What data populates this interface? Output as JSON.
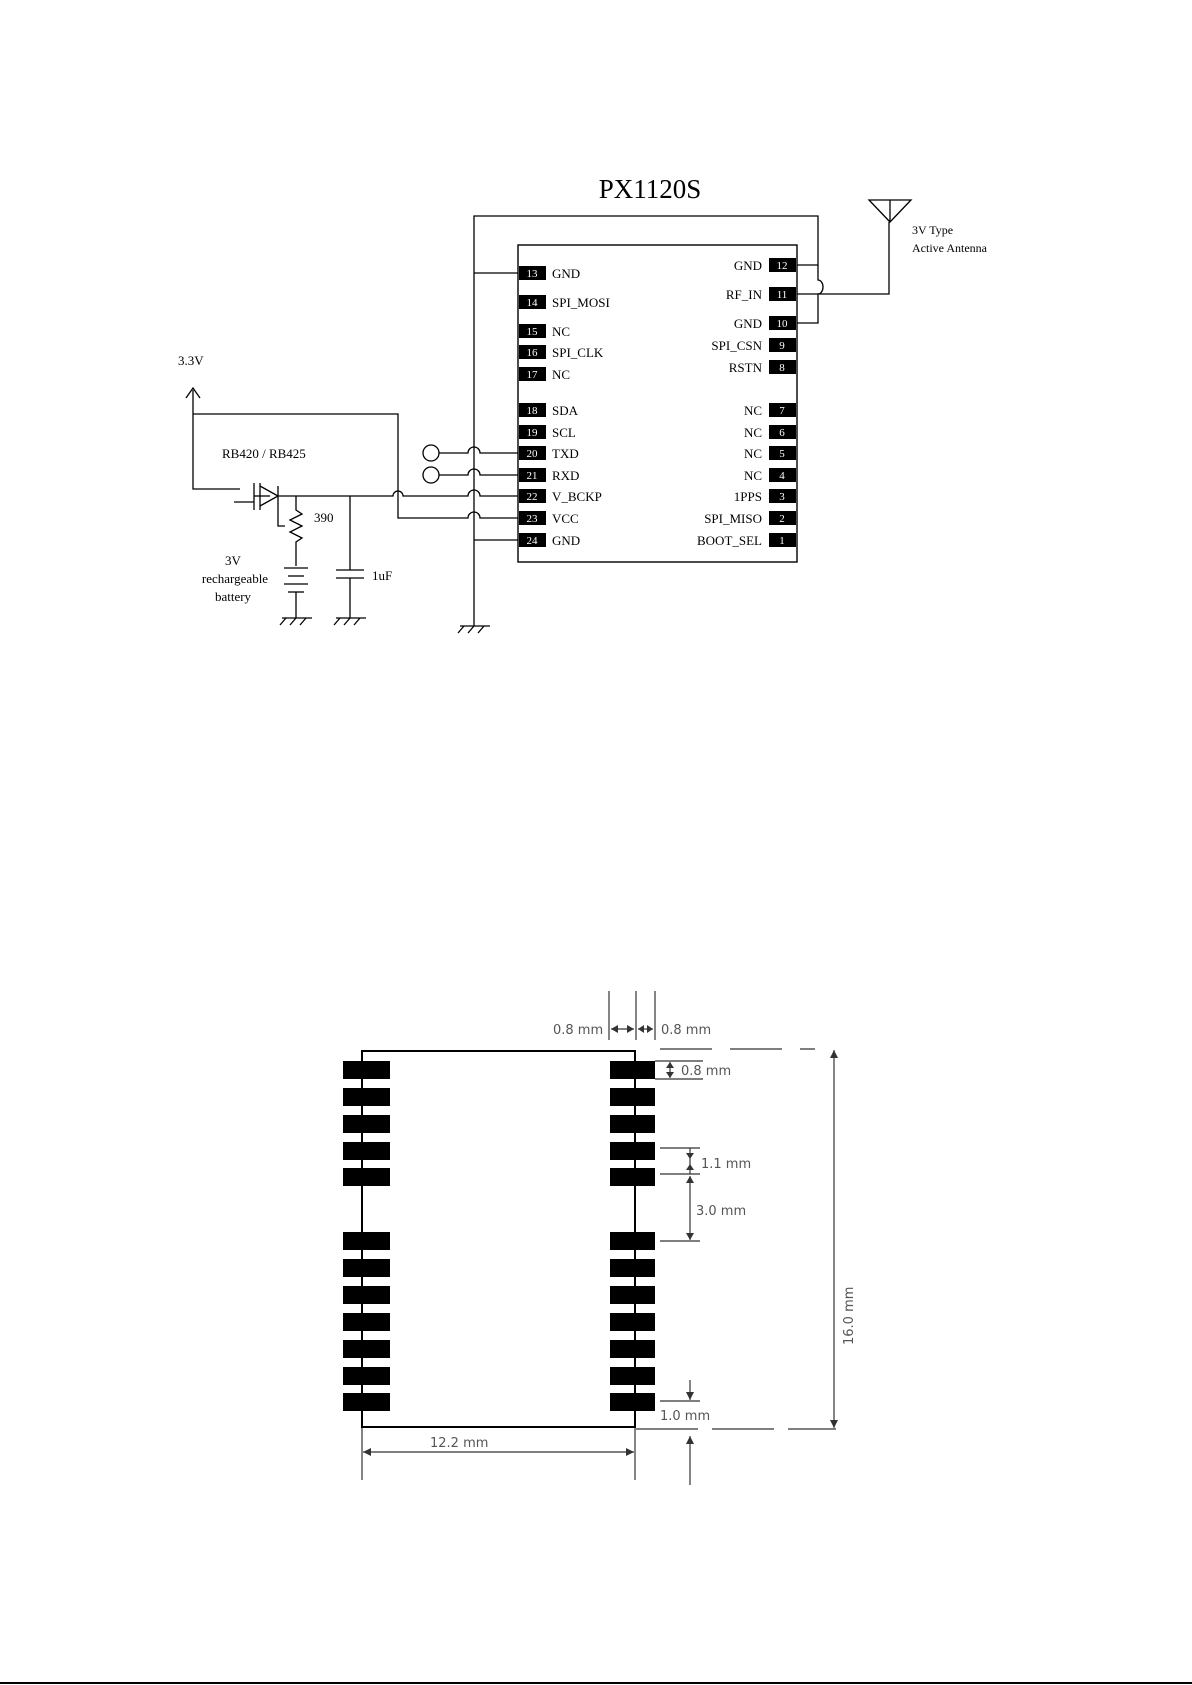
{
  "schematic": {
    "chip_name": "PX1120S",
    "antenna_label_1": "3V Type",
    "antenna_label_2": "Active Antenna",
    "supply_label": "3.3V",
    "diode_label": "RB420 / RB425",
    "resistor_label": "390",
    "capacitor_label": "1uF",
    "battery_label_1": "3V",
    "battery_label_2": "rechargeable",
    "battery_label_3": "battery",
    "left_pins": [
      {
        "num": "13",
        "name": "GND"
      },
      {
        "num": "14",
        "name": "SPI_MOSI"
      },
      {
        "num": "15",
        "name": "NC"
      },
      {
        "num": "16",
        "name": "SPI_CLK"
      },
      {
        "num": "17",
        "name": "NC"
      },
      {
        "num": "18",
        "name": "SDA"
      },
      {
        "num": "19",
        "name": "SCL"
      },
      {
        "num": "20",
        "name": "TXD"
      },
      {
        "num": "21",
        "name": "RXD"
      },
      {
        "num": "22",
        "name": "V_BCKP"
      },
      {
        "num": "23",
        "name": "VCC"
      },
      {
        "num": "24",
        "name": "GND"
      }
    ],
    "right_pins": [
      {
        "num": "12",
        "name": "GND"
      },
      {
        "num": "11",
        "name": "RF_IN"
      },
      {
        "num": "10",
        "name": "GND"
      },
      {
        "num": "9",
        "name": "SPI_CSN"
      },
      {
        "num": "8",
        "name": "RSTN"
      },
      {
        "num": "7",
        "name": "NC"
      },
      {
        "num": "6",
        "name": "NC"
      },
      {
        "num": "5",
        "name": "NC"
      },
      {
        "num": "4",
        "name": "NC"
      },
      {
        "num": "3",
        "name": "1PPS"
      },
      {
        "num": "2",
        "name": "SPI_MISO"
      },
      {
        "num": "1",
        "name": "BOOT_SEL"
      }
    ]
  },
  "footprint": {
    "dim_pad_width_left": "0.8 mm",
    "dim_pad_width_right": "0.8 mm",
    "dim_pad_height": "0.8 mm",
    "dim_pitch": "1.1 mm",
    "dim_gap": "3.0 mm",
    "dim_bottom": "1.0 mm",
    "dim_width": "12.2 mm",
    "dim_height": "16.0 mm"
  },
  "colors": {
    "ink": "#000000",
    "dimension_text": "#555555"
  }
}
